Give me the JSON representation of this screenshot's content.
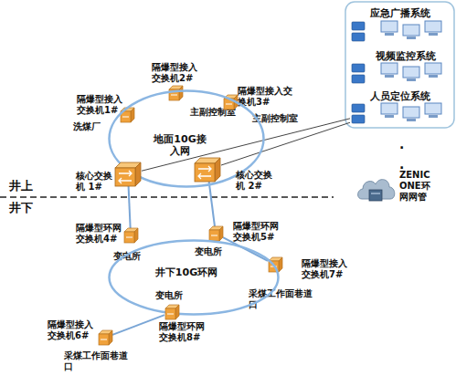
{
  "diagram": {
    "nodes": [
      {
        "text": [
          "应急广播系统"
        ]
      },
      {
        "text": [
          "视频监控系统"
        ]
      },
      {
        "text": [
          "隔爆型接入交换机2#"
        ]
      },
      {
        "text": [
          "隔爆型接入交换机1#"
        ]
      },
      {
        "text": [
          "隔爆型接入交换机3#"
        ]
      },
      {
        "text": [
          "人员定位系统"
        ]
      },
      {
        "text": [
          "地面10G接入网"
        ]
      },
      {
        "text": [
          "核心交换机 1#"
        ]
      },
      {
        "text": [
          "核心交换机 2#"
        ]
      },
      {
        "text": [
          "ZENIC ONE环网网管"
        ]
      },
      {
        "text": [
          "隔爆型环网交换机4#"
        ]
      },
      {
        "text": [
          "隔爆型环网交换机5#"
        ]
      },
      {
        "text": [
          "隔爆型接入交换机7#"
        ]
      },
      {
        "text": [
          "井下10G环网"
        ]
      },
      {
        "text": [
          "隔爆型环网交换机8#"
        ]
      },
      {
        "text": [
          "隔爆型接入交换机6#"
        ]
      }
    ],
    "edges": [
      {
        "from": 7,
        "to": 5,
        "arrow": "none"
      },
      {
        "from": 8,
        "to": 5,
        "arrow": "none"
      },
      {
        "from": 7,
        "to": 10,
        "arrow": "none"
      },
      {
        "from": 8,
        "to": 11,
        "arrow": "none"
      },
      {
        "from": 11,
        "to": 12,
        "arrow": "none"
      },
      {
        "from": 15,
        "to": 14,
        "arrow": "none"
      }
    ],
    "labels": [
      "井上",
      "井下",
      "洗煤厂",
      "主副控制室",
      "主副控制室",
      "变电所",
      "变电所",
      "采煤工作面巷道口",
      "变电所",
      "采煤工作面巷道口",
      ".",
      "."
    ]
  }
}
